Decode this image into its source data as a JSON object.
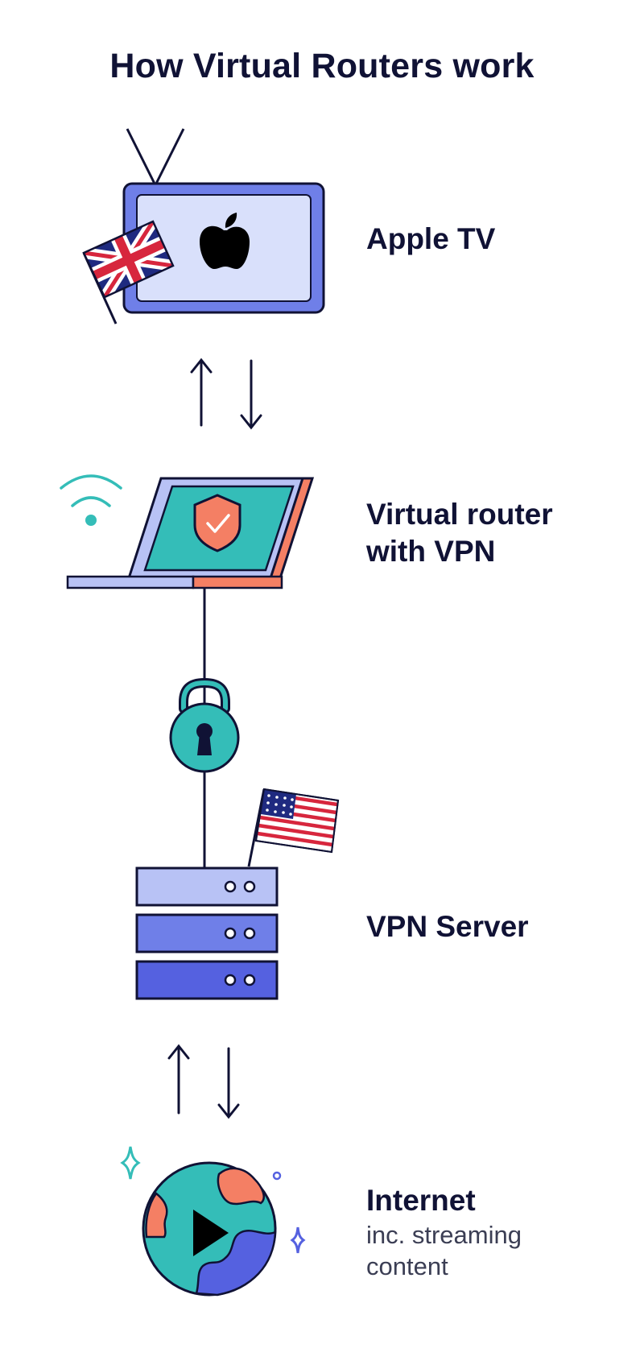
{
  "title": "How Virtual Routers work",
  "nodes": [
    {
      "id": "apple-tv",
      "label": "Apple TV",
      "flag": "uk-flag"
    },
    {
      "id": "virtual-router",
      "label_line1": "Virtual router",
      "label_line2": "with VPN"
    },
    {
      "id": "vpn-server",
      "label": "VPN Server",
      "flag": "us-flag"
    },
    {
      "id": "internet",
      "label": "Internet",
      "sub_line1": "inc. streaming",
      "sub_line2": "content"
    }
  ],
  "icons": [
    "apple-logo-icon",
    "wifi-icon",
    "shield-check-icon",
    "padlock-icon",
    "play-icon",
    "sparkle-icon"
  ],
  "colors": {
    "ink": "#101235",
    "lavender": "#b8c2f5",
    "periwinkle": "#6f7fe8",
    "indigo": "#5561e0",
    "teal": "#34bdb8",
    "coral": "#f47f64",
    "pale": "#d9e0fb",
    "red": "#d7263d",
    "navy": "#1f2a80"
  }
}
